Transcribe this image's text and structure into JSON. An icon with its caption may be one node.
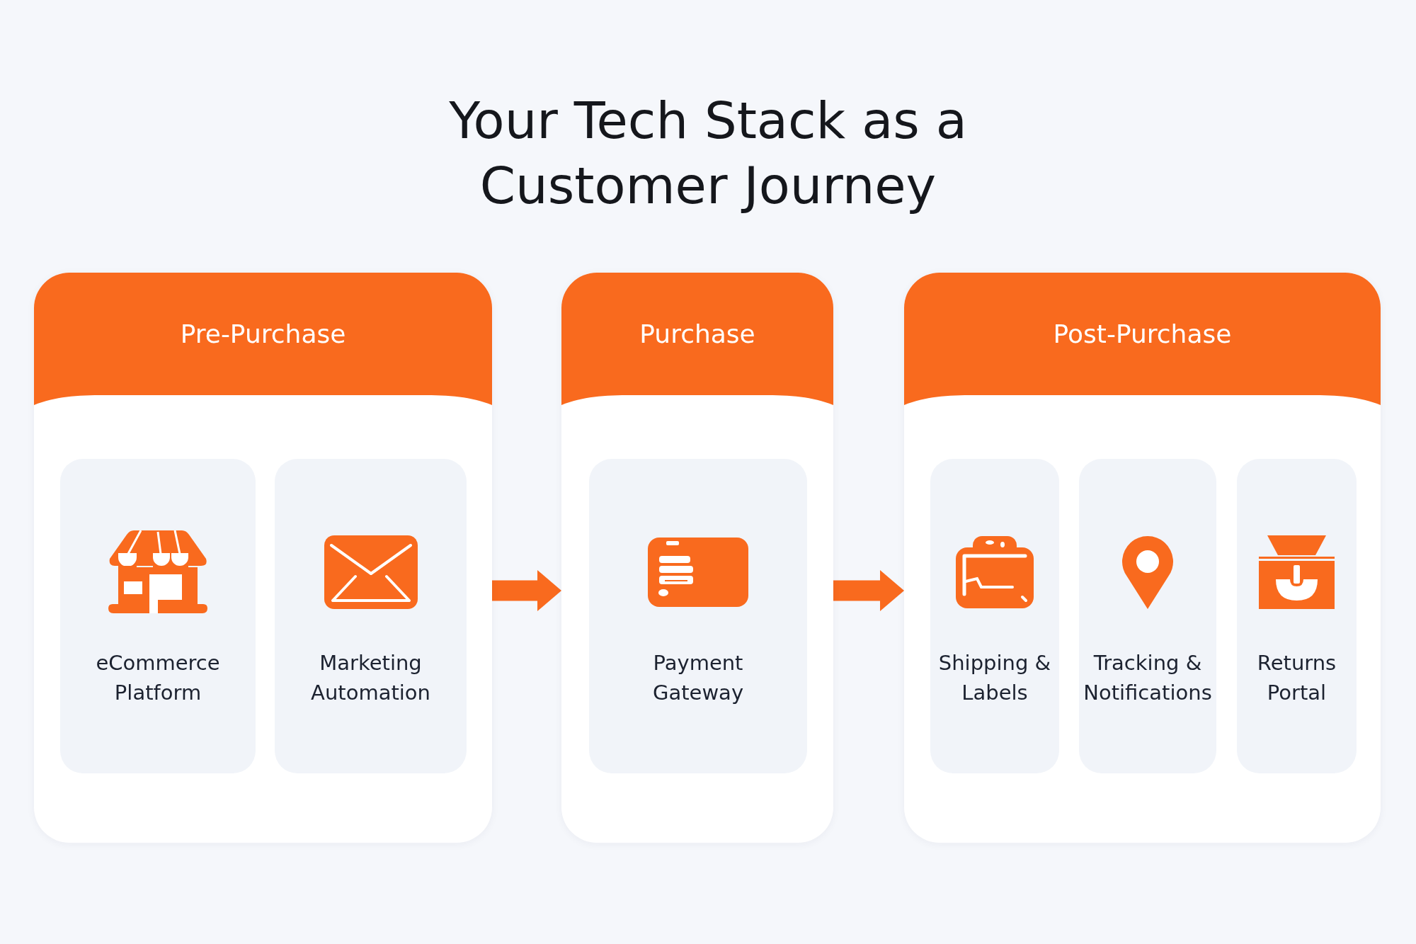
{
  "diagram": {
    "title": "Your Tech Stack as a Customer Journey",
    "nodes": [
      {
        "text": [
          "Pre-Purchase"
        ]
      },
      {
        "text": [
          "eCommerce Platform"
        ],
        "in": 0
      },
      {
        "text": [
          "Marketing Automation"
        ],
        "in": 0
      },
      {
        "text": [
          "Purchase"
        ]
      },
      {
        "text": [
          "Payment Gateway"
        ],
        "in": 3
      },
      {
        "text": [
          "Post-Purchase"
        ]
      },
      {
        "text": [
          "Shipping & Labels"
        ],
        "in": 5
      },
      {
        "text": [
          "Tracking & Notifications"
        ],
        "in": 5
      },
      {
        "text": [
          "Returns Portal"
        ],
        "in": 5
      }
    ],
    "edges": [
      {
        "from": 0,
        "to": 3,
        "arrow": "to"
      },
      {
        "from": 3,
        "to": 5,
        "arrow": "to"
      }
    ]
  }
}
